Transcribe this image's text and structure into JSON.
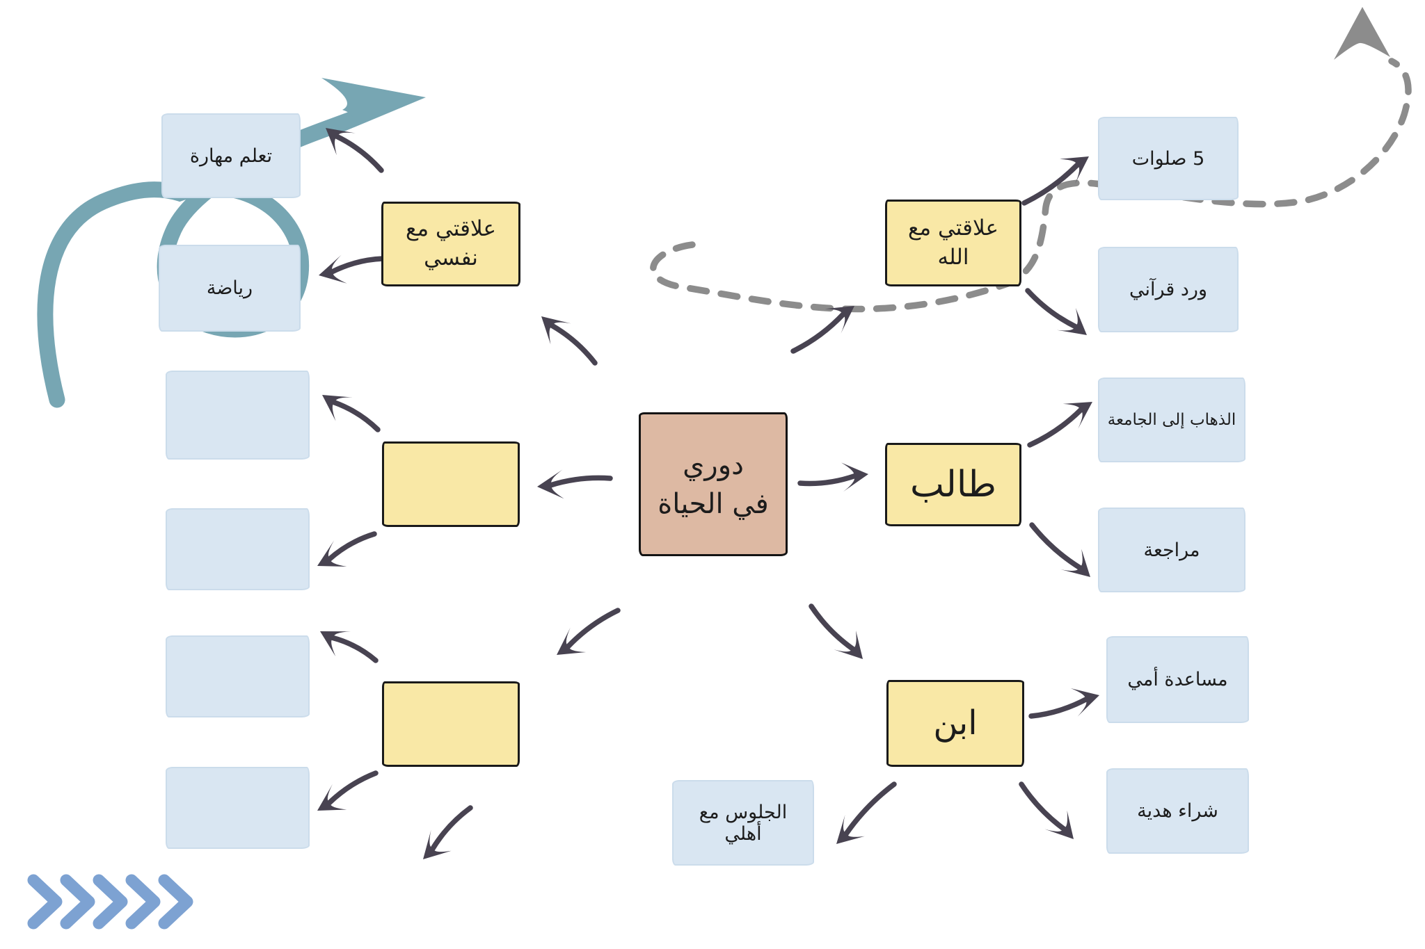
{
  "board": {
    "kind": "mind-map-whiteboard",
    "background": "#ffffff"
  },
  "colors": {
    "note_blue": "#d9e6f2",
    "note_yellow": "#f9e8a6",
    "note_tan": "#ddb9a3",
    "ink": "#1c1c1c",
    "arrow_dark": "#484351",
    "swoosh_teal": "#77a6b3",
    "dashed_gray": "#8c8c8c",
    "chevron_blue": "#7da2d2"
  },
  "nodes": {
    "center": {
      "label_line1": "دوري",
      "label_line2": "في الحياة"
    },
    "god_relation": {
      "label": "علاقتي مع الله"
    },
    "self_relation": {
      "label": "علاقتي مع نفسي"
    },
    "student": {
      "label": "طالب"
    },
    "son": {
      "label": "ابن"
    },
    "prayers": {
      "label": "5 صلوات"
    },
    "quran_wird": {
      "label": "ورد قرآني"
    },
    "university": {
      "label": "الذهاب إلى الجامعة"
    },
    "review": {
      "label": "مراجعة"
    },
    "help_mom": {
      "label": "مساعدة أمي"
    },
    "buy_gift": {
      "label": "شراء هدية"
    },
    "family_sitting": {
      "label": "الجلوس مع أهلي"
    },
    "learn_skill": {
      "label": "تعلم مهارة"
    },
    "sport": {
      "label": "رياضة"
    },
    "yellow_mid": {
      "label": ""
    },
    "yellow_bottom": {
      "label": ""
    },
    "blue_left_1": {
      "label": ""
    },
    "blue_left_2": {
      "label": ""
    },
    "blue_left_3": {
      "label": ""
    },
    "blue_left_4": {
      "label": ""
    }
  }
}
